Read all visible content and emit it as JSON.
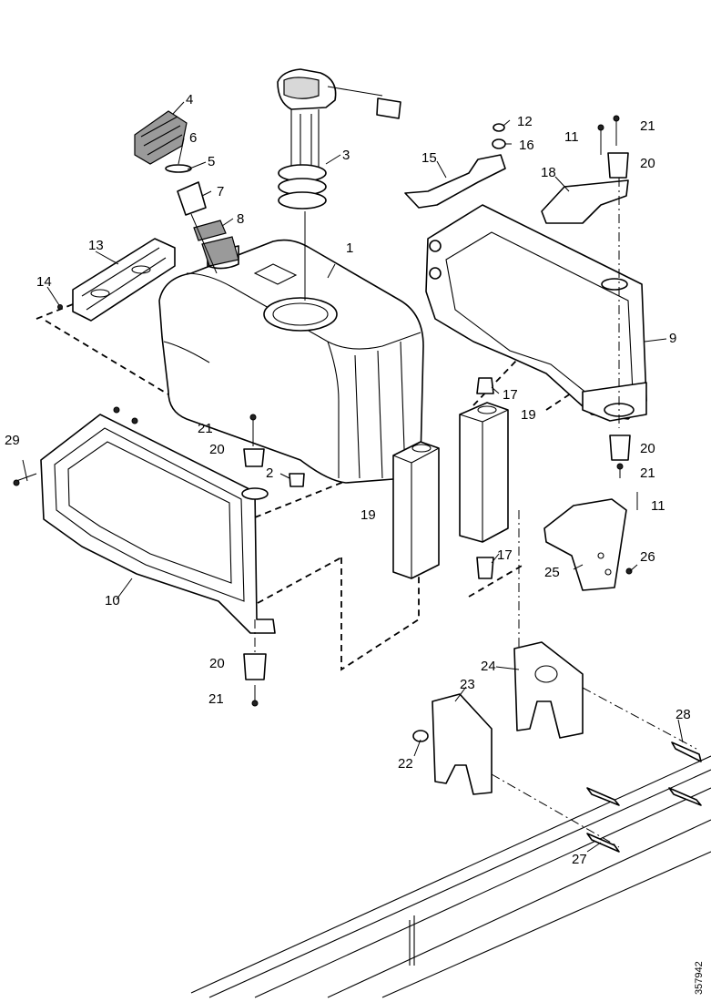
{
  "callouts": [
    {
      "id": "c1",
      "text": "1"
    },
    {
      "id": "c2",
      "text": "2"
    },
    {
      "id": "c3",
      "text": "3"
    },
    {
      "id": "c4",
      "text": "4"
    },
    {
      "id": "c5",
      "text": "5"
    },
    {
      "id": "c6",
      "text": "6"
    },
    {
      "id": "c7",
      "text": "7"
    },
    {
      "id": "c8",
      "text": "8"
    },
    {
      "id": "c9",
      "text": "9"
    },
    {
      "id": "c10",
      "text": "10"
    },
    {
      "id": "c11a",
      "text": "11"
    },
    {
      "id": "c11b",
      "text": "11"
    },
    {
      "id": "c12",
      "text": "12"
    },
    {
      "id": "c13",
      "text": "13"
    },
    {
      "id": "c14",
      "text": "14"
    },
    {
      "id": "c15",
      "text": "15"
    },
    {
      "id": "c16",
      "text": "16"
    },
    {
      "id": "c17a",
      "text": "17"
    },
    {
      "id": "c17b",
      "text": "17"
    },
    {
      "id": "c18",
      "text": "18"
    },
    {
      "id": "c19a",
      "text": "19"
    },
    {
      "id": "c19b",
      "text": "19"
    },
    {
      "id": "c20a",
      "text": "20"
    },
    {
      "id": "c20b",
      "text": "20"
    },
    {
      "id": "c20c",
      "text": "20"
    },
    {
      "id": "c20d",
      "text": "20"
    },
    {
      "id": "c21a",
      "text": "21"
    },
    {
      "id": "c21b",
      "text": "21"
    },
    {
      "id": "c21c",
      "text": "21"
    },
    {
      "id": "c21d",
      "text": "21"
    },
    {
      "id": "c22",
      "text": "22"
    },
    {
      "id": "c23",
      "text": "23"
    },
    {
      "id": "c24",
      "text": "24"
    },
    {
      "id": "c25",
      "text": "25"
    },
    {
      "id": "c26",
      "text": "26"
    },
    {
      "id": "c27",
      "text": "27"
    },
    {
      "id": "c28",
      "text": "28"
    },
    {
      "id": "c29",
      "text": "29"
    }
  ],
  "document_number": "357942"
}
